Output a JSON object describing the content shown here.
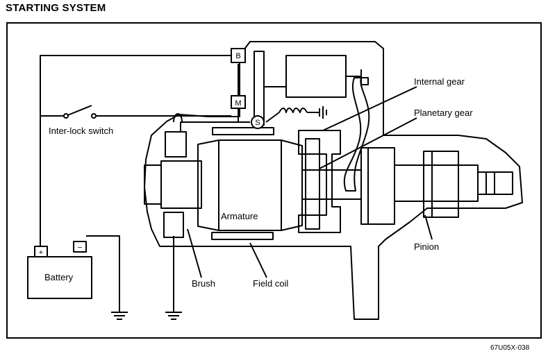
{
  "title": "STARTING SYSTEM",
  "figure_code": "67U05X-038",
  "labels": {
    "internal_gear": "Internal gear",
    "planetary_gear": "Planetary gear",
    "interlock_switch": "Inter-lock switch",
    "armature": "Armature",
    "pinion": "Pinion",
    "battery": "Battery",
    "brush": "Brush",
    "field_coil": "Field coil"
  },
  "terminals": {
    "b": "B",
    "m": "M",
    "s": "S"
  },
  "battery_polarity": {
    "positive": "+",
    "negative": "−"
  }
}
